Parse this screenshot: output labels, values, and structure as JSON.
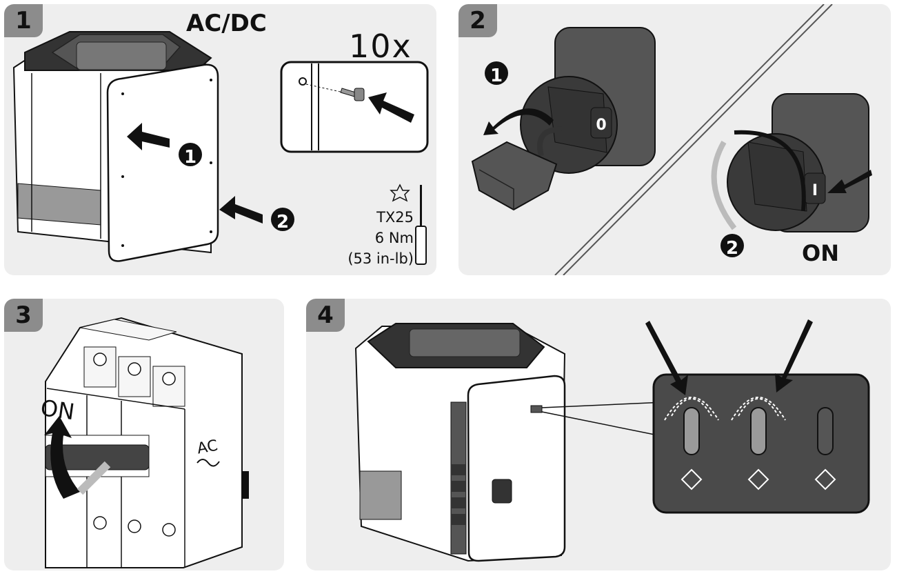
{
  "steps": [
    {
      "number": "1",
      "title": "AC/DC",
      "screw_count": "10x",
      "callouts": [
        "1",
        "2"
      ],
      "tool": {
        "bit": "TX25",
        "torque": "6 Nm",
        "torque_alt": "(53 in-lb)"
      }
    },
    {
      "number": "2",
      "callouts": [
        "1",
        "2"
      ],
      "switch_off_mark": "0",
      "switch_on_mark": "I",
      "state_label": "ON"
    },
    {
      "number": "3",
      "state_label": "ON",
      "breaker_label": "AC"
    },
    {
      "number": "4"
    }
  ],
  "colors": {
    "panel": "#eeeeee",
    "badge": "#8c8c8c",
    "dark": "#4a4a4a",
    "black": "#111111"
  }
}
